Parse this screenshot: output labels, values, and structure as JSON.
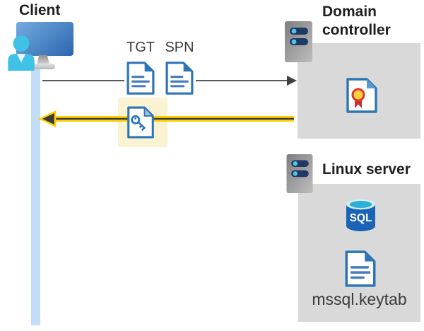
{
  "client": {
    "label": "Client"
  },
  "flow": {
    "tgt_label": "TGT",
    "spn_label": "SPN"
  },
  "domain_controller": {
    "label": "Domain controller"
  },
  "linux_server": {
    "label": "Linux server",
    "sql_label": "SQL",
    "keytab_label": "mssql.keytab"
  },
  "icons": {
    "client": "user-at-monitor-icon",
    "ticket": "document-icon",
    "key_ticket": "key-document-icon",
    "certificate": "certificate-icon",
    "server": "server-icon",
    "database": "sql-database-icon"
  },
  "colors": {
    "doc_blue": "#2e75b6",
    "doc_line_blue": "#4a7ebb",
    "highlight_yellow": "#faf3d2",
    "arrow_yellow": "#ffd100",
    "arrow_dark": "#3a3a38",
    "gray_arrow": "#595959",
    "box_gray": "#d9d9d9",
    "lifeline_blue": "#c3ddf8",
    "server_bar_navy": "#1f3864",
    "server_dot_cyan": "#4fc3e8",
    "sql_body_blue": "#1a63b7",
    "sql_top_cyan": "#2cb0d8",
    "rosette_yellow": "#ffd23b",
    "rosette_red": "#d8382e"
  }
}
